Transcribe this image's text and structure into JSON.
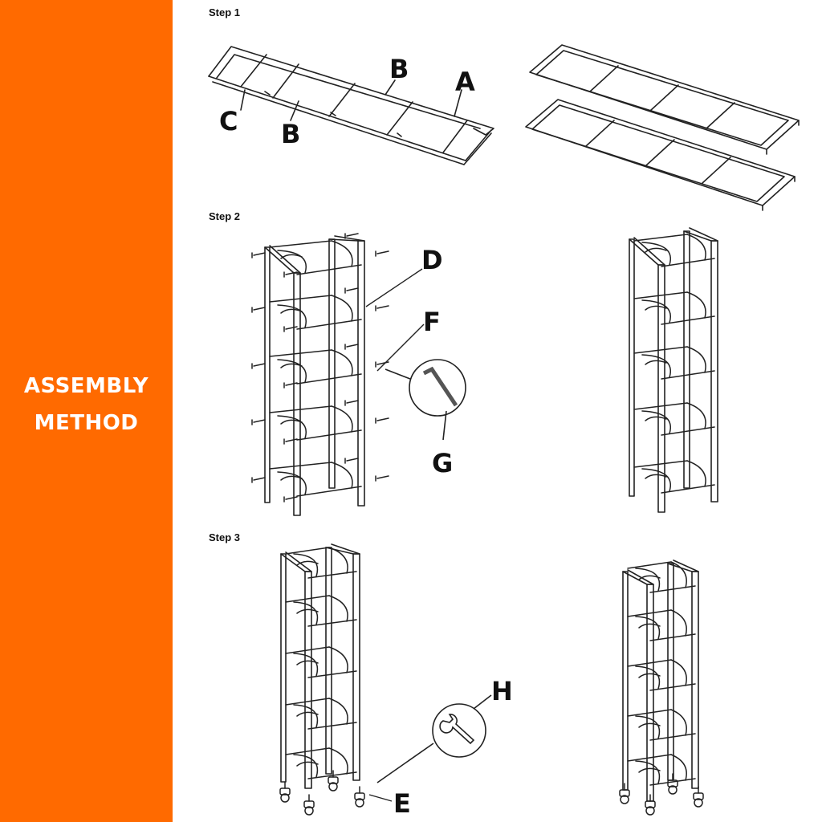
{
  "sidebar": {
    "title_line1": "ASSEMBLY",
    "title_line2": "METHOD",
    "background_color": "#FF6A00",
    "text_color": "#FFFFFF"
  },
  "steps": [
    {
      "label": "Step 1",
      "callouts": [
        "A",
        "B",
        "B",
        "C"
      ]
    },
    {
      "label": "Step 2",
      "callouts": [
        "D",
        "F",
        "G"
      ]
    },
    {
      "label": "Step 3",
      "callouts": [
        "H",
        "E"
      ]
    }
  ],
  "line_color": "#222222"
}
